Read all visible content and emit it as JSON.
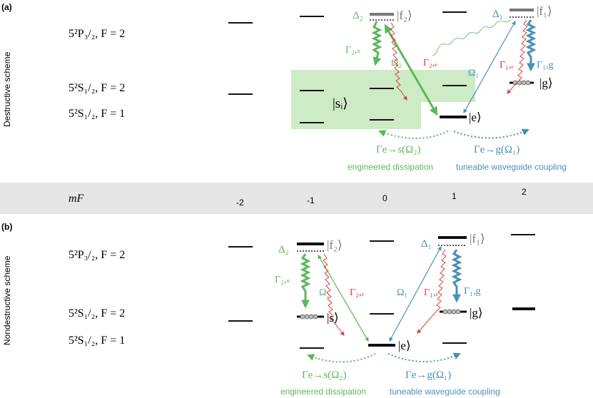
{
  "panels": {
    "a": {
      "tag": "(a)",
      "side_label": "Destructive scheme",
      "levels": {
        "p32": "5²P₃/₂, F = 2",
        "s12_f2": "5²S₁/₂, F = 2",
        "s12_f1": "5²S₁/₂, F = 1"
      },
      "kets": {
        "f2": "|f₂⟩",
        "f1": "|f₁⟩",
        "g": "|g⟩",
        "e": "|e⟩",
        "si": "|sᵢ⟩"
      },
      "symbols": {
        "delta2": "Δ₂",
        "delta1": "Δ₁",
        "gamma2s": "Γ₂,ₛ",
        "gamma2e": "Γ₂,ₑ",
        "gamma1e": "Γ₁,ₑ",
        "gamma1g": "Γ₁,g",
        "omega2": "Ω₂",
        "omega1": "Ω₁"
      },
      "rates": {
        "es": "Γe→s(Ω₂)",
        "eg": "Γe→g(Ω₁)"
      },
      "captions": {
        "left": "engineered dissipation",
        "right": "tuneable waveguide coupling"
      }
    },
    "b": {
      "tag": "(b)",
      "side_label": "Nondestructive scheme",
      "levels": {
        "p32": "5²P₃/₂, F = 2",
        "s12_f2": "5²S₁/₂, F = 2",
        "s12_f1": "5²S₁/₂, F = 1"
      },
      "kets": {
        "f2": "|f₂⟩",
        "f1": "|f₁⟩",
        "g": "|g⟩",
        "e": "|e⟩",
        "s": "|s⟩"
      },
      "symbols": {
        "delta2": "Δ₂",
        "delta1": "Δ₁",
        "gamma2s": "Γ₂,ₛ",
        "gamma2e": "Γ₂,ₑ",
        "gamma1e": "Γ₁,ₑ",
        "gamma1g": "Γ₁,g",
        "omega2": "Ω₂",
        "omega1": "Ω₁"
      },
      "rates": {
        "es": "Γe→s(Ω₂)",
        "eg": "Γe→g(Ω₁)"
      },
      "captions": {
        "left": "engineered dissipation",
        "right": "tuneable waveguide coupling"
      }
    }
  },
  "mf_band": {
    "label": "mF",
    "values": [
      "-2",
      "-1",
      "0",
      "1",
      "2"
    ]
  },
  "colors": {
    "green": "#5cb85c",
    "green_fill": "#cdebc4",
    "blue": "#4a90b8",
    "red": "#d9413a",
    "band": "#e6e6e6",
    "level": "#111111",
    "grey_level": "#777777"
  }
}
